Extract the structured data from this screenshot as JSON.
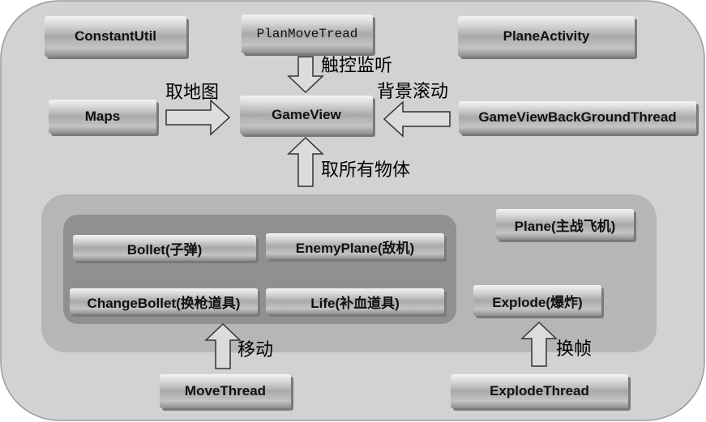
{
  "nodes": {
    "constant_util": "ConstantUtil",
    "plan_move_tread": "PlanMoveTread",
    "plane_activity": "PlaneActivity",
    "maps": "Maps",
    "game_view": "GameView",
    "game_view_background_thread": "GameViewBackGroundThread",
    "plane": "Plane(主战飞机)",
    "bollet": "Bollet(子弹)",
    "enemy_plane": "EnemyPlane(敌机)",
    "change_bollet": "ChangeBollet(换枪道具)",
    "life": "Life(补血道具)",
    "explode": "Explode(爆炸)",
    "move_thread": "MoveThread",
    "explode_thread": "ExplodeThread"
  },
  "edges": {
    "touch_listen": "触控监听",
    "get_map": "取地图",
    "background_scroll": "背景滚动",
    "get_all_objects": "取所有物体",
    "move": "移动",
    "switch_frame": "换帧"
  },
  "colors": {
    "outer_container": "#d2d2d2",
    "inner_container": "#b6b6b6",
    "object_group": "#909090",
    "arrow_fill": "#dcdcdc",
    "arrow_stroke": "#333333"
  }
}
